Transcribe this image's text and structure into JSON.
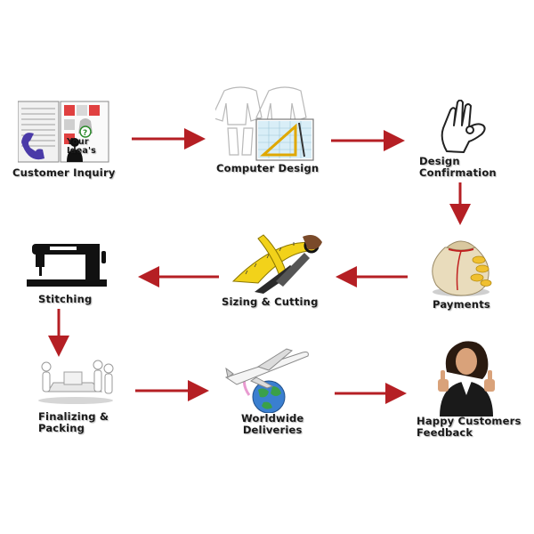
{
  "colors": {
    "arrow": "#b51f24",
    "text": "#1a1a1a"
  },
  "steps": [
    {
      "label": "Customer Inquiry",
      "icon": "catalog-phone-icon",
      "badge": "Your\nIdea's"
    },
    {
      "label": "Computer Design",
      "icon": "suit-blueprint-icon"
    },
    {
      "label": "Design\nConfirmation",
      "icon": "ok-hand-icon"
    },
    {
      "label": "Payments",
      "icon": "money-bag-icon"
    },
    {
      "label": "Sizing & Cutting",
      "icon": "tape-scissors-icon"
    },
    {
      "label": "Stitching",
      "icon": "sewing-machine-icon"
    },
    {
      "label": "Finalizing &\nPacking",
      "icon": "packing-figures-icon"
    },
    {
      "label": "Worldwide\nDeliveries",
      "icon": "plane-globe-icon"
    },
    {
      "label": "Happy Customers\nFeedback",
      "icon": "thumbs-up-woman-icon"
    }
  ]
}
